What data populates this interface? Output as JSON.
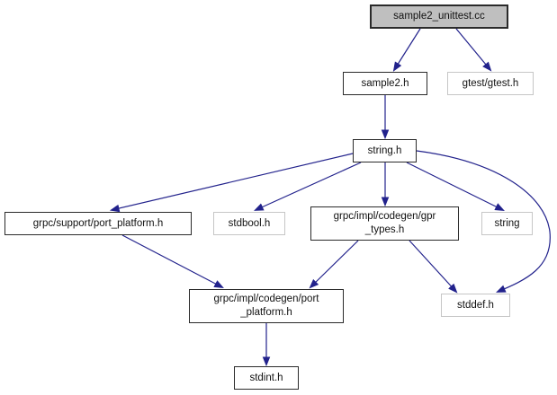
{
  "diagram": {
    "type": "include-dependency-graph",
    "root_file": "sample2_unittest.cc",
    "colors": {
      "background": "#ffffff",
      "edge": "#22228c",
      "root_node_fill": "#bfbfbf",
      "node_fill": "#ffffff",
      "documented_node_border": "#2a2a2a",
      "external_node_border": "#c6c6c6",
      "text": "#111111"
    },
    "nodes": [
      {
        "id": "sample2_unittest.cc",
        "style": "root",
        "lines": [
          "sample2_unittest.cc"
        ]
      },
      {
        "id": "sample2.h",
        "style": "documented",
        "lines": [
          "sample2.h"
        ]
      },
      {
        "id": "gtest/gtest.h",
        "style": "external",
        "lines": [
          "gtest/gtest.h"
        ]
      },
      {
        "id": "string.h",
        "style": "documented",
        "lines": [
          "string.h"
        ]
      },
      {
        "id": "grpc/support/port_platform.h",
        "style": "documented",
        "lines": [
          "grpc/support/port_platform.h"
        ]
      },
      {
        "id": "stdbool.h",
        "style": "external",
        "lines": [
          "stdbool.h"
        ]
      },
      {
        "id": "grpc/impl/codegen/gpr_types.h",
        "style": "documented",
        "lines": [
          "grpc/impl/codegen/gpr",
          "_types.h"
        ]
      },
      {
        "id": "string",
        "style": "external",
        "lines": [
          "string"
        ]
      },
      {
        "id": "stddef.h",
        "style": "external",
        "lines": [
          "stddef.h"
        ]
      },
      {
        "id": "grpc/impl/codegen/port_platform.h",
        "style": "documented",
        "lines": [
          "grpc/impl/codegen/port",
          "_platform.h"
        ]
      },
      {
        "id": "stdint.h",
        "style": "documented",
        "lines": [
          "stdint.h"
        ]
      }
    ],
    "edges": [
      {
        "from": "sample2_unittest.cc",
        "to": "sample2.h"
      },
      {
        "from": "sample2_unittest.cc",
        "to": "gtest/gtest.h"
      },
      {
        "from": "sample2.h",
        "to": "string.h"
      },
      {
        "from": "string.h",
        "to": "grpc/support/port_platform.h"
      },
      {
        "from": "string.h",
        "to": "stdbool.h"
      },
      {
        "from": "string.h",
        "to": "grpc/impl/codegen/gpr_types.h"
      },
      {
        "from": "string.h",
        "to": "string"
      },
      {
        "from": "string.h",
        "to": "stddef.h"
      },
      {
        "from": "grpc/support/port_platform.h",
        "to": "grpc/impl/codegen/port_platform.h"
      },
      {
        "from": "grpc/impl/codegen/gpr_types.h",
        "to": "grpc/impl/codegen/port_platform.h"
      },
      {
        "from": "grpc/impl/codegen/gpr_types.h",
        "to": "stddef.h"
      },
      {
        "from": "grpc/impl/codegen/port_platform.h",
        "to": "stdint.h"
      }
    ]
  }
}
